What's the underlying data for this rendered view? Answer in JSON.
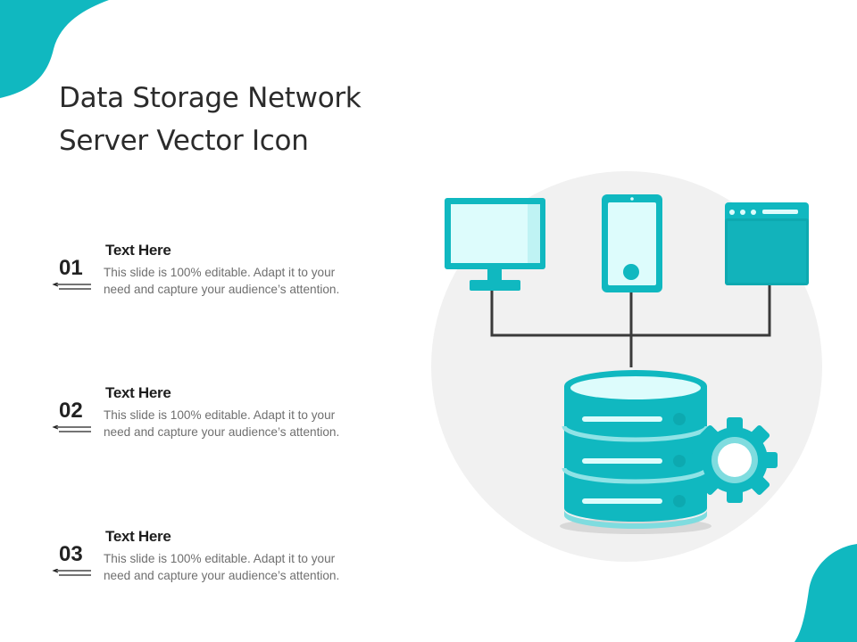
{
  "title": {
    "line1": "Data Storage Network",
    "line2": "Server Vector Icon"
  },
  "items": [
    {
      "number": "01",
      "heading": "Text Here",
      "text_line1": "This slide is 100% editable. Adapt it to your",
      "text_line2": "need and capture your audience’s attention."
    },
    {
      "number": "02",
      "heading": "Text Here",
      "text_line1": "This slide is 100% editable. Adapt it to your",
      "text_line2": "need and capture your audience’s attention."
    },
    {
      "number": "03",
      "heading": "Text Here",
      "text_line1": "This slide is 100% editable. Adapt it to your",
      "text_line2": "need and capture your audience’s attention."
    }
  ],
  "colors": {
    "accent": "#10B8C0",
    "accent_dark": "#0DA9B0",
    "accent_light": "#DDFCFC",
    "background_circle": "#F1F1F1",
    "line": "#3A3A3A"
  },
  "icons": [
    "monitor-icon",
    "smartphone-icon",
    "browser-window-icon",
    "database-icon",
    "gear-icon",
    "arrow-left-icon"
  ]
}
